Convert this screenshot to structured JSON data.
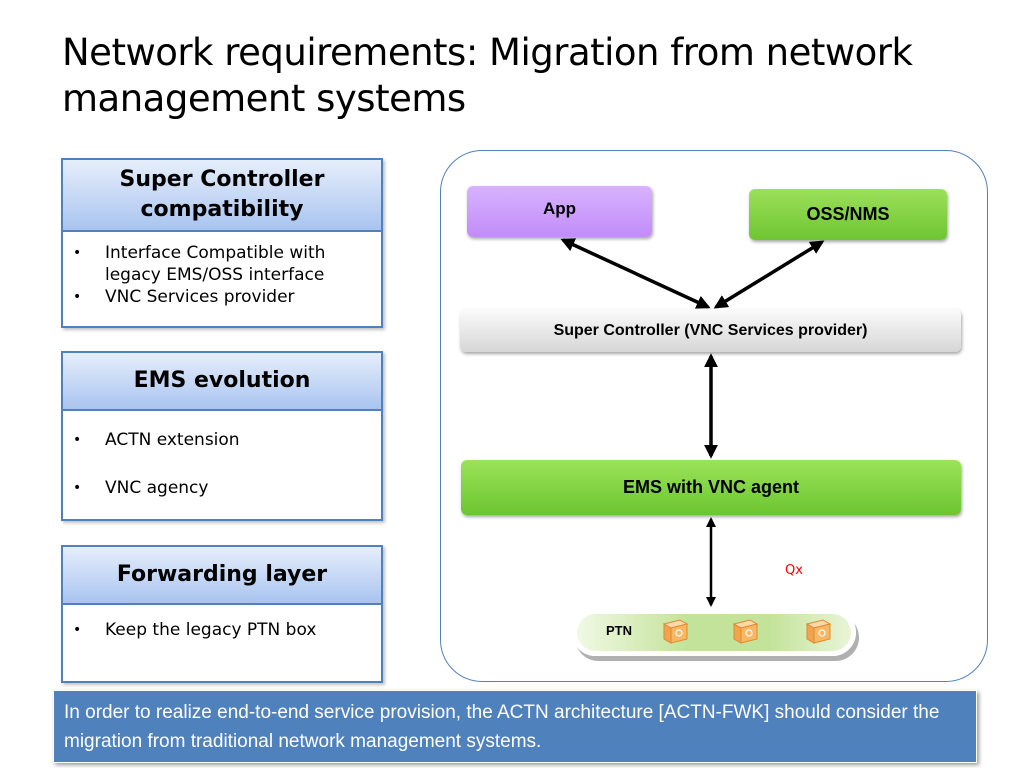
{
  "slide": {
    "title": "Network requirements: Migration from network management systems"
  },
  "cards": [
    {
      "heading": "Super Controller compatibility",
      "bullets": [
        "Interface Compatible with legacy EMS/OSS interface",
        "VNC Services provider"
      ]
    },
    {
      "heading": "EMS evolution",
      "bullets": [
        "ACTN extension",
        "VNC agency"
      ]
    },
    {
      "heading": "Forwarding layer",
      "bullets": [
        "Keep the legacy PTN box"
      ]
    }
  ],
  "diagram": {
    "nodes": {
      "app": "App",
      "oss_nms": "OSS/NMS",
      "super_controller": "Super Controller (VNC Services provider)",
      "ems": "EMS with VNC agent",
      "ptn": "PTN"
    },
    "interface_label": "Qx",
    "ptn_device_icons": [
      "network-device-icon",
      "network-device-icon",
      "network-device-icon"
    ],
    "links": [
      {
        "from": "app",
        "to": "super_controller",
        "type": "bidirectional"
      },
      {
        "from": "oss_nms",
        "to": "super_controller",
        "type": "bidirectional"
      },
      {
        "from": "super_controller",
        "to": "ems",
        "type": "bidirectional"
      },
      {
        "from": "ems",
        "to": "ptn",
        "type": "bidirectional"
      }
    ],
    "colors": {
      "app": "#c28cf9",
      "oss_nms": "#6fc532",
      "ems": "#6cc52f",
      "super_controller": "#d6d6d6",
      "qx_label": "#ff0000"
    }
  },
  "note": {
    "text": "In order to realize end-to-end service provision, the ACTN architecture [ACTN-FWK] should consider the migration from traditional network management systems.",
    "background": "#4f81bd"
  }
}
